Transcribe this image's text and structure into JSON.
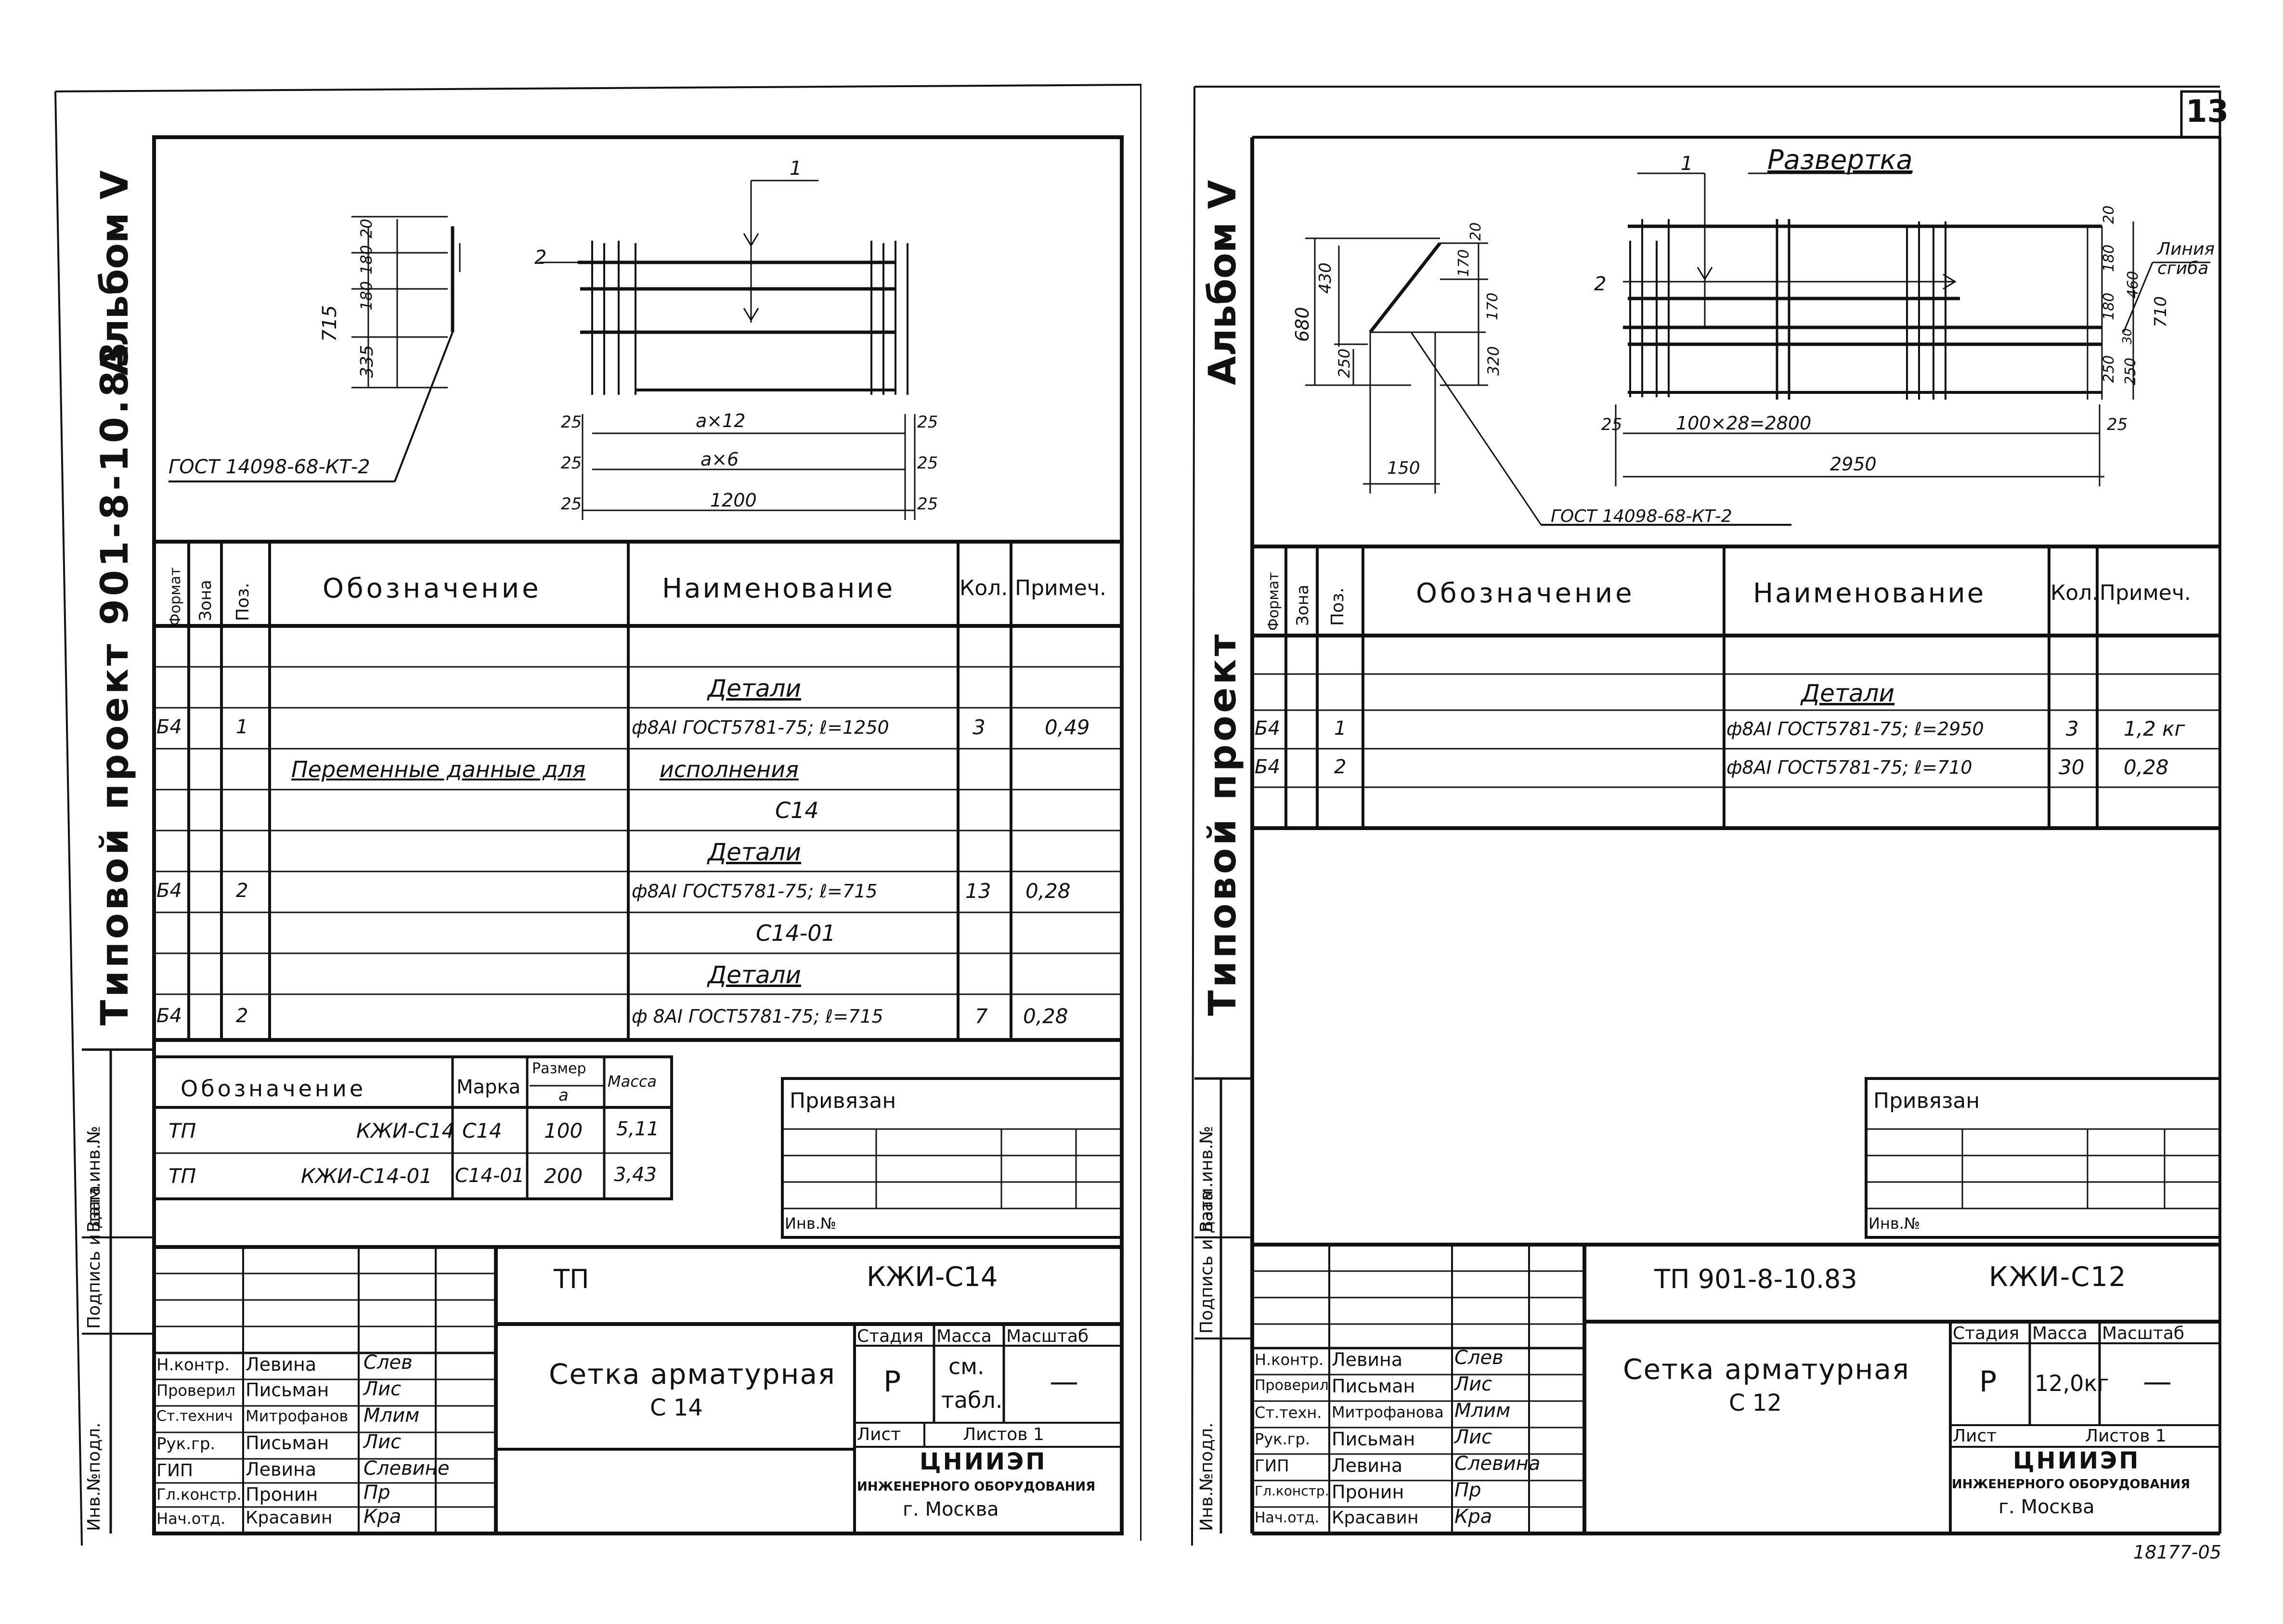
{
  "page_number": "13",
  "left": {
    "side_album": "Альбом V",
    "side_project": "Типовой проект 901-8-10.83",
    "side_vzam": "Взам.инв.№",
    "side_podp": "Подпись и дата",
    "side_inv": "Инв.№подл.",
    "gost_label": "ГОСТ 14098-68-КТ-2",
    "dims": {
      "d715": "715",
      "d335": "335",
      "d180": "180",
      "d180b": "180",
      "d20": "20",
      "pos1": "1",
      "pos2": "2",
      "d25a": "25",
      "d25b": "25",
      "d25c": "25",
      "d25d": "25",
      "d25e": "25",
      "d25f": "25",
      "ax12": "a×12",
      "ax6": "a×6",
      "d1200": "1200"
    },
    "table_headers": {
      "format": "Формат",
      "zona": "Зона",
      "poz": "Поз.",
      "oboz": "Обозначение",
      "name": "Наименование",
      "kol": "Кол.",
      "prim": "Примеч."
    },
    "rows": [
      {
        "format": "",
        "poz": "",
        "oboz": "",
        "name": "",
        "kol": "",
        "prim": ""
      },
      {
        "format": "",
        "poz": "",
        "oboz": "",
        "name": "Детали",
        "kol": "",
        "prim": ""
      },
      {
        "format": "Б4",
        "poz": "1",
        "oboz": "",
        "name": "ф8АI ГОСТ5781-75; ℓ=1250",
        "kol": "3",
        "prim": "0,49"
      },
      {
        "format": "",
        "poz": "",
        "oboz": "Переменные данные для",
        "name": "исполнения",
        "kol": "",
        "prim": ""
      },
      {
        "format": "",
        "poz": "",
        "oboz": "",
        "name": "С14",
        "kol": "",
        "prim": ""
      },
      {
        "format": "",
        "poz": "",
        "oboz": "",
        "name": "Детали",
        "kol": "",
        "prim": ""
      },
      {
        "format": "Б4",
        "poz": "2",
        "oboz": "",
        "name": "ф8АI ГОСТ5781-75; ℓ=715",
        "kol": "13",
        "prim": "0,28"
      },
      {
        "format": "",
        "poz": "",
        "oboz": "",
        "name": "С14-01",
        "kol": "",
        "prim": ""
      },
      {
        "format": "",
        "poz": "",
        "oboz": "",
        "name": "Детали",
        "kol": "",
        "prim": ""
      },
      {
        "format": "Б4",
        "poz": "2",
        "oboz": "",
        "name": "ф 8АI ГОСТ5781-75; ℓ=715",
        "kol": "7",
        "prim": "0,28"
      }
    ],
    "variants_headers": {
      "oboz": "Обозначение",
      "marka": "Марка",
      "razmer": "Размер",
      "razmer_a": "a",
      "massa": "Масса"
    },
    "variants": [
      {
        "tp": "ТП",
        "code": "КЖИ-С14",
        "marka": "С14",
        "a": "100",
        "massa": "5,11"
      },
      {
        "tp": "ТП",
        "code": "КЖИ-С14-01",
        "marka": "С14-01",
        "a": "200",
        "massa": "3,43"
      }
    ],
    "privyazan": "Привязан",
    "inv_no": "Инв.№",
    "tb": {
      "tp": "ТП",
      "code": "КЖИ-С14",
      "title1": "Сетка арматурная",
      "title2": "С 14",
      "stadia": "Стадия",
      "massa": "Масса",
      "masshtab": "Масштаб",
      "stadia_v": "Р",
      "massa_v1": "см.",
      "massa_v2": "табл.",
      "masshtab_v": "—",
      "list": "Лист",
      "listov": "Листов 1",
      "org1": "ЦНИИЭП",
      "org2": "ИНЖЕНЕРНОГО ОБОРУДОВАНИЯ",
      "org3": "г. Москва",
      "roles": [
        {
          "role": "Н.контр.",
          "name": "Левина",
          "sign": "Слев"
        },
        {
          "role": "Проверил",
          "name": "Письман",
          "sign": "Лис"
        },
        {
          "role": "Ст.технич",
          "name": "Митрофанов",
          "sign": "Млим"
        },
        {
          "role": "Рук.гр.",
          "name": "Письман",
          "sign": "Лис"
        },
        {
          "role": "ГИП",
          "name": "Левина",
          "sign": "Слевине"
        },
        {
          "role": "Гл.констр.",
          "name": "Пронин",
          "sign": "Пр"
        },
        {
          "role": "Нач.отд.",
          "name": "Красавин",
          "sign": "Кра"
        }
      ]
    }
  },
  "right": {
    "side_album": "Альбом V",
    "side_project": "Типовой проект",
    "side_vzam": "Взам.инв.№",
    "side_podp": "Подпись и дата",
    "side_inv": "Инв.№подл.",
    "razvertka": "Развертка",
    "gost_label": "ГОСТ 14098-68-КТ-2",
    "liniya1": "Линия",
    "liniya2": "сгиба",
    "dims": {
      "pos1": "1",
      "pos2": "2",
      "d680": "680",
      "d430": "430",
      "d250": "250",
      "d150": "150",
      "d20a": "20",
      "d170a": "170",
      "d170b": "170",
      "d320": "320",
      "d20b": "20",
      "d180a": "180",
      "d180b": "180",
      "d250b": "250",
      "d460": "460",
      "d710": "710",
      "d30": "30",
      "d250c": "250",
      "d25a": "25",
      "d25b": "25",
      "d100x28": "100×28=2800",
      "d2950": "2950"
    },
    "table_headers": {
      "format": "Формат",
      "zona": "Зона",
      "poz": "Поз.",
      "oboz": "Обозначение",
      "name": "Наименование",
      "kol": "Кол.",
      "prim": "Примеч."
    },
    "rows": [
      {
        "format": "",
        "poz": "",
        "oboz": "",
        "name": "",
        "kol": "",
        "prim": ""
      },
      {
        "format": "",
        "poz": "",
        "oboz": "",
        "name": "Детали",
        "kol": "",
        "prim": ""
      },
      {
        "format": "Б4",
        "poz": "1",
        "oboz": "",
        "name": "ф8АI ГОСТ5781-75; ℓ=2950",
        "kol": "3",
        "prim": "1,2 кг"
      },
      {
        "format": "Б4",
        "poz": "2",
        "oboz": "",
        "name": "ф8АI ГОСТ5781-75; ℓ=710",
        "kol": "30",
        "prim": "0,28"
      },
      {
        "format": "",
        "poz": "",
        "oboz": "",
        "name": "",
        "kol": "",
        "prim": ""
      }
    ],
    "privyazan": "Привязан",
    "inv_no": "Инв.№",
    "tb": {
      "tp": "ТП 901-8-10.83",
      "code": "КЖИ-С12",
      "title1": "Сетка арматурная",
      "title2": "С 12",
      "stadia": "Стадия",
      "massa": "Масса",
      "masshtab": "Масштаб",
      "stadia_v": "Р",
      "massa_v": "12,0кг",
      "masshtab_v": "—",
      "list": "Лист",
      "listov": "Листов 1",
      "org1": "ЦНИИЭП",
      "org2": "ИНЖЕНЕРНОГО ОБОРУДОВАНИЯ",
      "org3": "г. Москва",
      "roles": [
        {
          "role": "Н.контр.",
          "name": "Левина",
          "sign": "Слев"
        },
        {
          "role": "Проверил",
          "name": "Письман",
          "sign": "Лис"
        },
        {
          "role": "Ст.техн.",
          "name": "Митрофанова",
          "sign": "Млим"
        },
        {
          "role": "Рук.гр.",
          "name": "Письман",
          "sign": "Лис"
        },
        {
          "role": "ГИП",
          "name": "Левина",
          "sign": "Слевина"
        },
        {
          "role": "Гл.констр.",
          "name": "Пронин",
          "sign": "Пр"
        },
        {
          "role": "Нач.отд.",
          "name": "Красавин",
          "sign": "Кра"
        }
      ]
    },
    "bottom_note": "18177-05"
  }
}
